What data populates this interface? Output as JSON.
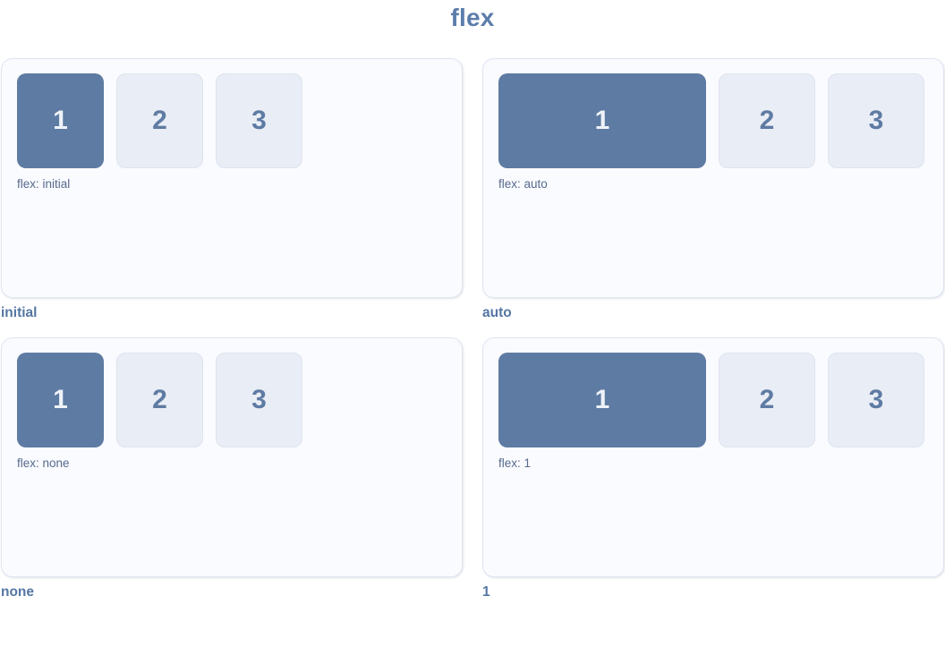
{
  "page": {
    "title": "flex"
  },
  "panels": [
    {
      "id": "initial",
      "flex_label": "flex: initial",
      "caption": "initial",
      "boxes": [
        "1",
        "2",
        "3"
      ],
      "highlight_index": 0
    },
    {
      "id": "auto",
      "flex_label": "flex: auto",
      "caption": "auto",
      "boxes": [
        "1",
        "2",
        "3"
      ],
      "highlight_index": 0
    },
    {
      "id": "none",
      "flex_label": "flex: none",
      "caption": "none",
      "boxes": [
        "1",
        "2",
        "3"
      ],
      "highlight_index": 0
    },
    {
      "id": "1",
      "flex_label": "flex: 1",
      "caption": "1",
      "boxes": [
        "1",
        "2",
        "3"
      ],
      "highlight_index": 0
    }
  ],
  "colors": {
    "accent": "#5e7ba3",
    "box_muted_bg": "#e9edf5",
    "box_muted_border": "#dee4f0",
    "panel_bg": "#fafbfe",
    "panel_border": "#dfe5f1",
    "title_color": "#5c7dab",
    "caption_color": "#5576a4",
    "flex_label_color": "#56698e",
    "box_number_light": "#eef2f8"
  }
}
